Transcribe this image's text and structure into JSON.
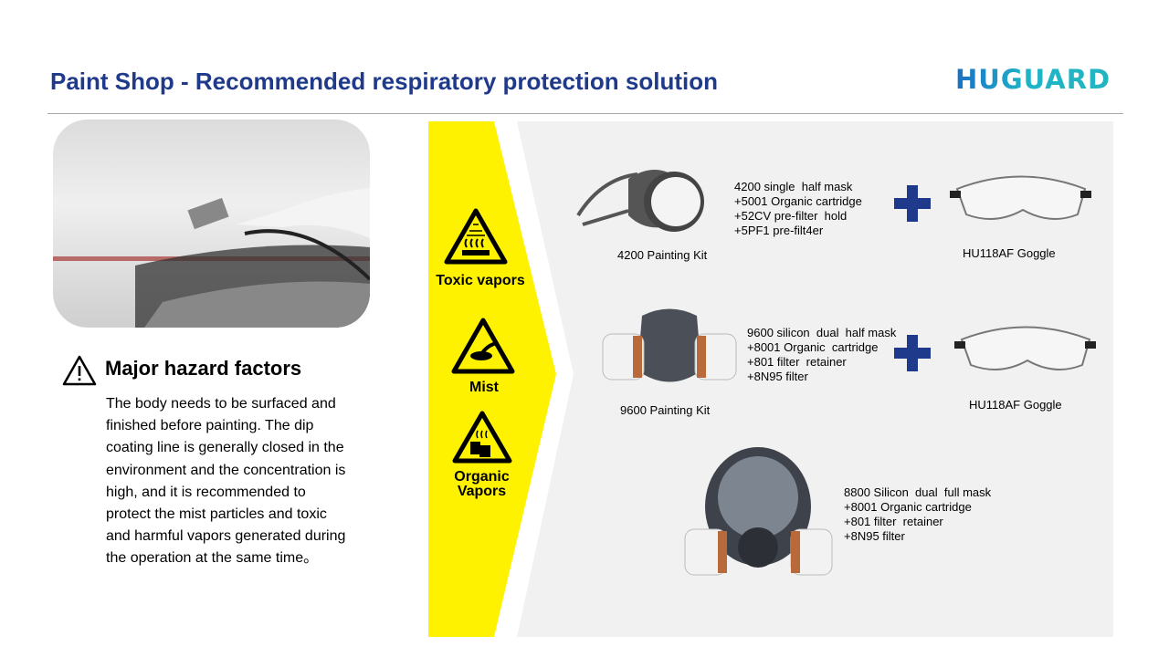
{
  "title": "Paint Shop - Recommended respiratory protection solution",
  "logo": "HUGUARD",
  "hazard": {
    "heading": "Major hazard factors",
    "text": "The body needs to be surfaced and finished before painting. The dip coating line is generally closed in the environment and the concentration is high, and it is recommended to protect the mist particles and toxic and harmful vapors generated during the operation at the same time。"
  },
  "hazards": [
    {
      "label": "Toxic vapors",
      "icon": "toxic-vapors-warning-icon"
    },
    {
      "label": "Mist",
      "icon": "mist-warning-icon"
    },
    {
      "label": "Organic Vapors",
      "icon": "organic-vapors-warning-icon"
    }
  ],
  "products": [
    {
      "kit": "4200 Painting  Kit",
      "desc": [
        "4200 single  half mask",
        "+5001 Organic cartridge",
        "+52CV pre-filter  hold",
        "+5PF1 pre-filt4er"
      ],
      "goggle": "HU118AF Goggle"
    },
    {
      "kit": "9600 Painting  Kit",
      "desc": [
        "9600 silicon  dual  half mask",
        "+8001 Organic  cartridge",
        "+801 filter  retainer",
        "+8N95 filter"
      ],
      "goggle": "HU118AF Goggle"
    },
    {
      "desc": [
        "8800 Silicon  dual  full mask",
        "+8001 Organic cartridge",
        "+801 filter  retainer",
        "+8N95 filter"
      ]
    }
  ],
  "colors": {
    "title": "#1f3a8a",
    "yellow": "#fff200",
    "panel": "#f1f1f1",
    "plus": "#1f3a8a"
  }
}
